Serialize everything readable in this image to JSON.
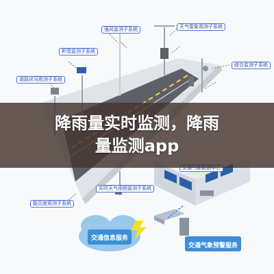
{
  "title": {
    "line1": "降雨量实时监测，降雨",
    "line2": "量监测app"
  },
  "labels": {
    "strong_wind": "强风监测子系统",
    "weather_radar": "天气雷象观测子系统",
    "road_icing": "积雪监测子系统",
    "composite": "综合监测子系统",
    "road_status": "道路状况观测子系统",
    "low_visibility": "能见度观测子系统",
    "realtime_video": "实时天气视频监测子系统",
    "data_center": "交通气象数据中心"
  },
  "services": {
    "info": "交通信息服务",
    "warning": "交通气象预警服务"
  },
  "colors": {
    "road": "#5e6069",
    "lane": "#ffd23a",
    "grass": "#dfe4e8",
    "cloud": "#8fc3ea",
    "service_box": "#3b8fd8",
    "banner": "#46362e"
  }
}
